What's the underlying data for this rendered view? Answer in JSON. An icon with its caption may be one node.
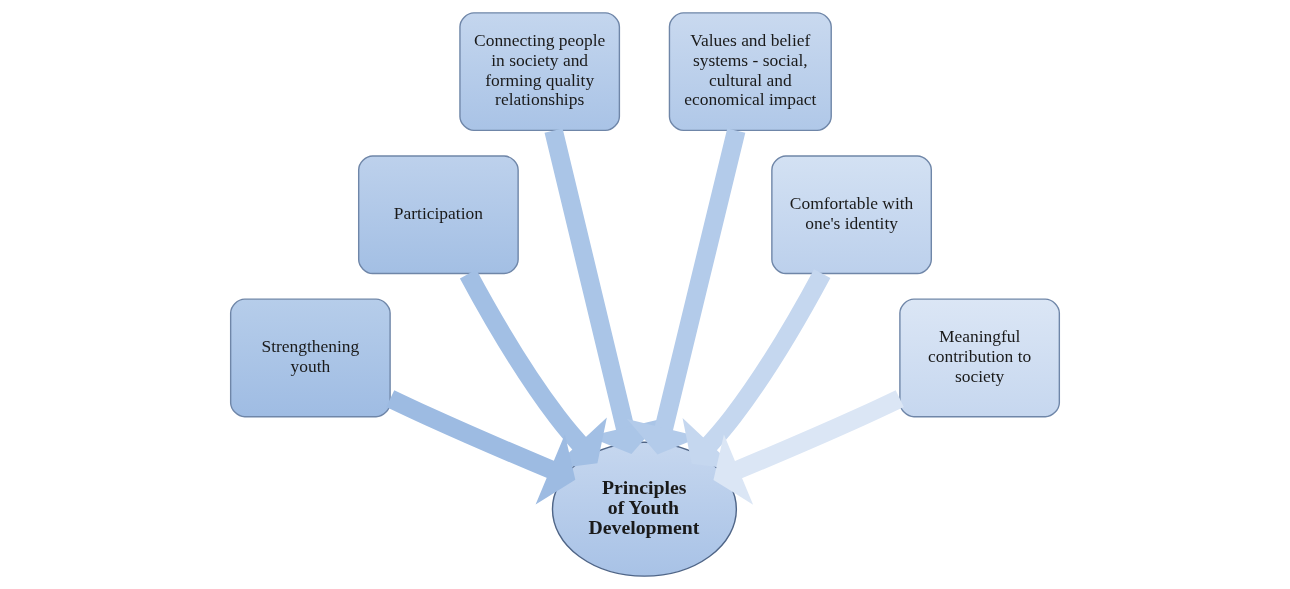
{
  "diagram": {
    "nodes": [
      {
        "text": [
          "Connecting people in society and forming quality relationships"
        ]
      },
      {
        "text": [
          "Values and belief systems - social, cultural and economical impact"
        ]
      },
      {
        "text": [
          "Participation"
        ]
      },
      {
        "text": [
          "Comfortable with one's identity"
        ]
      },
      {
        "text": [
          "Strengthening youth"
        ]
      },
      {
        "text": [
          "Principles of Youth Development"
        ]
      },
      {
        "text": [
          "Meaningful contribution to society"
        ]
      }
    ],
    "edges": [
      {
        "from": 4,
        "to": 5,
        "arrow": "to",
        "color": "#9dbbe2"
      },
      {
        "from": 2,
        "to": 5,
        "arrow": "to",
        "color": "#a2bfe4"
      },
      {
        "from": 0,
        "to": 5,
        "arrow": "to",
        "color": "#aac5e7"
      },
      {
        "from": 1,
        "to": 5,
        "arrow": "to",
        "color": "#b3cbea"
      },
      {
        "from": 3,
        "to": 5,
        "arrow": "to",
        "color": "#c5d7ef"
      },
      {
        "from": 6,
        "to": 5,
        "arrow": "to",
        "color": "#dbe6f5"
      }
    ]
  }
}
